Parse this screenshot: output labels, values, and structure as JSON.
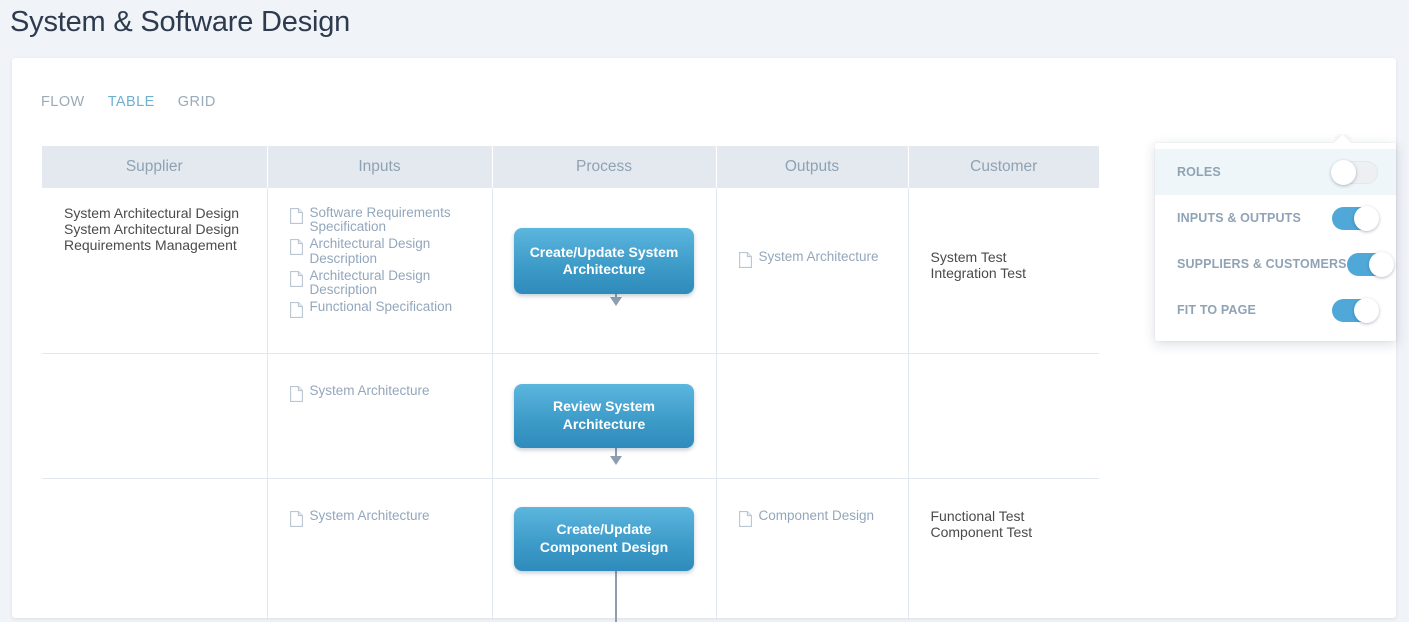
{
  "page": {
    "title": "System & Software Design",
    "background_color": "#F0F3F7",
    "accent_color": "#4FA8D8"
  },
  "tabs": [
    {
      "label": "FLOW",
      "active": false
    },
    {
      "label": "TABLE",
      "active": true
    },
    {
      "label": "GRID",
      "active": false
    }
  ],
  "menu": {
    "kebab_icon": "more-vertical-icon"
  },
  "table": {
    "headers": [
      "Supplier",
      "Inputs",
      "Process",
      "Outputs",
      "Customer"
    ],
    "rows": [
      {
        "supplier": [
          "System Architectural Design",
          "System Architectural Design",
          "Requirements Management"
        ],
        "inputs": [
          "Software Requirements Specification",
          "Architectural Design Description",
          "Architectural Design Description",
          "Functional Specification"
        ],
        "process": "Create/Update System Architecture",
        "outputs": [
          "System Architecture"
        ],
        "customer": [
          "System Test",
          "Integration Test"
        ]
      },
      {
        "supplier": [],
        "inputs": [
          "System Architecture"
        ],
        "process": "Review System Architecture",
        "outputs": [],
        "customer": []
      },
      {
        "supplier": [],
        "inputs": [
          "System Architecture"
        ],
        "process": "Create/Update Component Design",
        "outputs": [
          "Component Design"
        ],
        "customer": [
          "Functional Test",
          "Component Test"
        ]
      }
    ]
  },
  "settings": {
    "options": [
      {
        "label": "ROLES",
        "on": false,
        "highlighted": true
      },
      {
        "label": "INPUTS & OUTPUTS",
        "on": true,
        "highlighted": false
      },
      {
        "label": "SUPPLIERS & CUSTOMERS",
        "on": true,
        "highlighted": false
      },
      {
        "label": "FIT TO PAGE",
        "on": true,
        "highlighted": false
      }
    ]
  }
}
